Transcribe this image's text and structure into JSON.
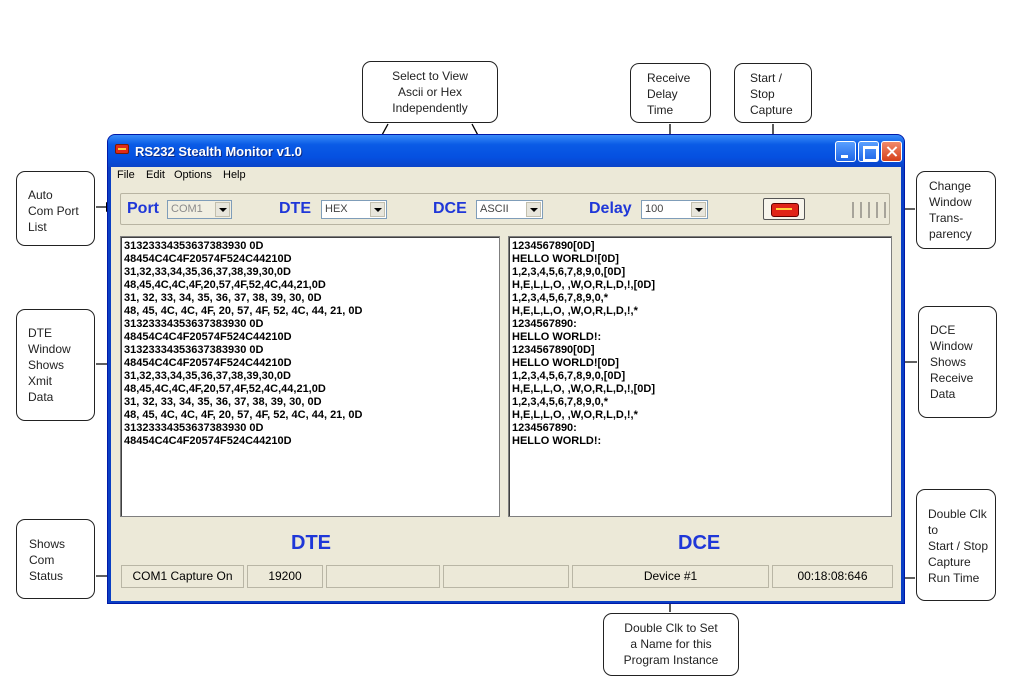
{
  "window": {
    "title": "RS232 Stealth Monitor v1.0"
  },
  "menu": [
    "File",
    "Edit",
    "Options",
    "Help"
  ],
  "toolbar": {
    "port_label": "Port",
    "port_value": "COM1",
    "dte_label": "DTE",
    "dte_value": "HEX",
    "dce_label": "DCE",
    "dce_value": "ASCII",
    "delay_label": "Delay",
    "delay_value": "100",
    "capture_icon": "serial-connector-icon",
    "transparency_icon": "transparency-bars-icon"
  },
  "dte_pane": {
    "title": "DTE",
    "lines": [
      "31323334353637383930 0D",
      "48454C4C4F20574F524C44210D",
      "31,32,33,34,35,36,37,38,39,30,0D",
      "48,45,4C,4C,4F,20,57,4F,52,4C,44,21,0D",
      "31, 32, 33, 34, 35, 36, 37, 38, 39, 30, 0D",
      "48, 45, 4C, 4C, 4F, 20, 57, 4F, 52, 4C, 44, 21, 0D",
      "31323334353637383930 0D",
      "48454C4C4F20574F524C44210D",
      "31323334353637383930 0D",
      "48454C4C4F20574F524C44210D",
      "31,32,33,34,35,36,37,38,39,30,0D",
      "48,45,4C,4C,4F,20,57,4F,52,4C,44,21,0D",
      "31, 32, 33, 34, 35, 36, 37, 38, 39, 30, 0D",
      "48, 45, 4C, 4C, 4F, 20, 57, 4F, 52, 4C, 44, 21, 0D",
      "31323334353637383930 0D",
      "48454C4C4F20574F524C44210D"
    ]
  },
  "dce_pane": {
    "title": "DCE",
    "lines": [
      "1234567890[0D]",
      "HELLO WORLD![0D]",
      "1,2,3,4,5,6,7,8,9,0,[0D]",
      "H,E,L,L,O, ,W,O,R,L,D,!,[0D]",
      "1,2,3,4,5,6,7,8,9,0,*",
      "H,E,L,L,O, ,W,O,R,L,D,!,*",
      "1234567890:",
      "HELLO WORLD!:",
      "1234567890[0D]",
      "HELLO WORLD![0D]",
      "1,2,3,4,5,6,7,8,9,0,[0D]",
      "H,E,L,L,O, ,W,O,R,L,D,!,[0D]",
      "1,2,3,4,5,6,7,8,9,0,*",
      "H,E,L,L,O, ,W,O,R,L,D,!,*",
      "1234567890:",
      "HELLO WORLD!:"
    ]
  },
  "status": {
    "com_status": "COM1 Capture On",
    "baud": "19200",
    "empty1": "",
    "empty2": "",
    "device_name": "Device #1",
    "run_time": "00:18:08:646"
  },
  "callouts": {
    "view_select": "Select to View\nAscii or Hex\nIndependently",
    "receive_delay": "Receive\nDelay\nTime",
    "start_stop": "Start /\nStop\nCapture",
    "auto_port": "Auto\nCom Port\nList",
    "transparency": "Change\nWindow\nTrans-\nparency",
    "dte_window": "DTE\nWindow\nShows\nXmit\nData",
    "dce_window": "DCE\nWindow\nShows\nReceive\nData",
    "com_status": "Shows\nCom\nStatus",
    "run_time": "Double Clk\nto\nStart / Stop\nCapture\nRun Time",
    "device_name": "Double Clk to Set\na Name for this\nProgram Instance"
  },
  "colors": {
    "window_frame": "#0a3fc4",
    "label_blue": "#1f37d8",
    "client_bg": "#ece9d8"
  }
}
